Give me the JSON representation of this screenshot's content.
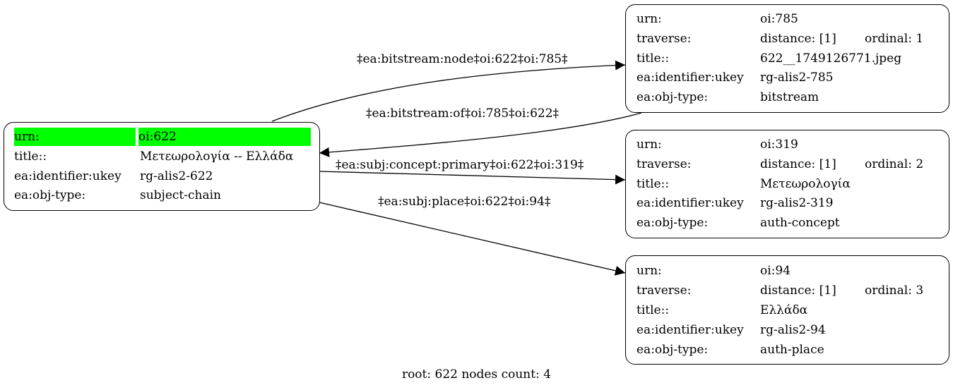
{
  "root_node": {
    "rows": [
      {
        "key": "urn:",
        "value": "oi:622"
      },
      {
        "key": "title::",
        "value": "Μετεωρολογία -- Ελλάδα"
      },
      {
        "key": "ea:identifier:ukey",
        "value": "rg-alis2-622"
      },
      {
        "key": "ea:obj-type:",
        "value": "subject-chain"
      }
    ],
    "highlight_color": "#00ff00"
  },
  "nodes": [
    {
      "urn_key": "urn:",
      "urn": "oi:785",
      "traverse_key": "traverse:",
      "distance": "distance: [1]",
      "ordinal": "ordinal: 1",
      "title_key": "title::",
      "title": "622__1749126771.jpeg",
      "ukey_key": "ea:identifier:ukey",
      "ukey": "rg-alis2-785",
      "type_key": "ea:obj-type:",
      "type": "bitstream"
    },
    {
      "urn_key": "urn:",
      "urn": "oi:319",
      "traverse_key": "traverse:",
      "distance": "distance: [1]",
      "ordinal": "ordinal: 2",
      "title_key": "title::",
      "title": "Μετεωρολογία",
      "ukey_key": "ea:identifier:ukey",
      "ukey": "rg-alis2-319",
      "type_key": "ea:obj-type:",
      "type": "auth-concept"
    },
    {
      "urn_key": "urn:",
      "urn": "oi:94",
      "traverse_key": "traverse:",
      "distance": "distance: [1]",
      "ordinal": "ordinal: 3",
      "title_key": "title::",
      "title": "Ελλάδα",
      "ukey_key": "ea:identifier:ukey",
      "ukey": "rg-alis2-94",
      "type_key": "ea:obj-type:",
      "type": "auth-place"
    }
  ],
  "edges": [
    {
      "label": "‡ea:bitstream:node‡oi:622‡oi:785‡"
    },
    {
      "label": "‡ea:bitstream:of‡oi:785‡oi:622‡"
    },
    {
      "label": "‡ea:subj:concept:primary‡oi:622‡oi:319‡"
    },
    {
      "label": "‡ea:subj:place‡oi:622‡oi:94‡"
    }
  ],
  "footer": "root: 622 nodes count: 4"
}
